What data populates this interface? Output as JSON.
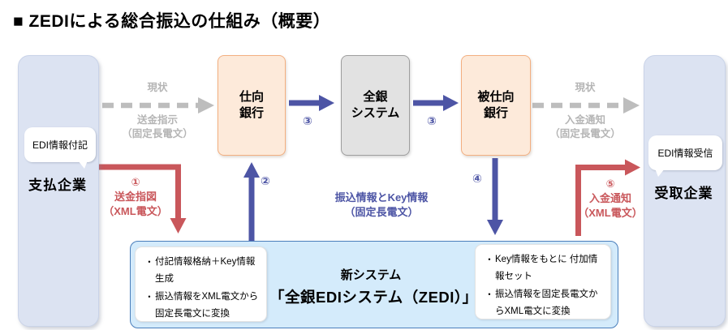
{
  "title": "■ ZEDIによる総合振込の仕組み（概要）",
  "entities": {
    "payer": {
      "label": "支払企業",
      "bubble": "EDI情報付記"
    },
    "payee": {
      "label": "受取企業",
      "bubble": "EDI情報受信"
    },
    "sending_bank": "仕向\n銀行",
    "zengin_system": "全銀\nシステム",
    "receiving_bank": "被仕向\n銀行"
  },
  "flows": {
    "current_left_top": "現状",
    "current_left_bottom": "送金指示\n（固定長電文）",
    "current_right_top": "現状",
    "current_right_bottom": "入金通知\n（固定長電文）",
    "step1": "①\n送金指図\n（XML電文）",
    "step2": "②",
    "step3a": "③",
    "step3b": "③",
    "step4": "④",
    "step5": "⑤\n入金通知\n（XML電文）",
    "center_note": "振込情報とKey情報\n（固定長電文）"
  },
  "zedi_box": {
    "title_line1": "新システム",
    "title_line2": "「全銀EDIシステム（ZEDI）」",
    "left_notes": [
      "付記情報格納＋Key情報生成",
      "振込情報をXML電文から固定長電文に変換"
    ],
    "right_notes": [
      "Key情報をもとに 付加情報セット",
      "振込情報を固定長電文からXML電文に変換"
    ]
  },
  "colors": {
    "accent_blue": "#4d55a5",
    "accent_red": "#c9575b",
    "dashed_gray": "#bdbdbd",
    "entity_fill": "#dce3f2",
    "bank_fill": "#fdeada",
    "zengin_fill": "#e2e2e2",
    "zedi_fill": "#d4ebfb",
    "zedi_border": "#4a7ebb"
  }
}
